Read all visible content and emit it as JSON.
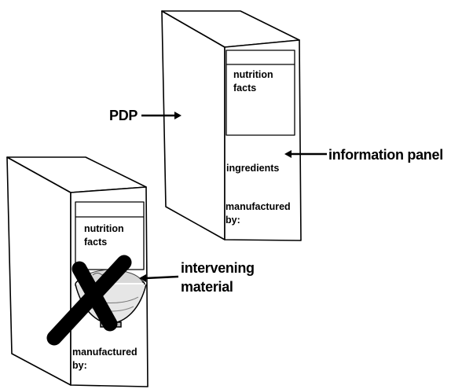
{
  "callouts": {
    "pdp": "PDP",
    "information_panel": "information panel",
    "intervening_line1": "intervening",
    "intervening_line2": "material"
  },
  "box_top": {
    "nutrition_line1": "nutrition",
    "nutrition_line2": "facts",
    "ingredients": "ingredients",
    "manufactured_line1": "manufactured",
    "manufactured_line2": "by:"
  },
  "box_bottom": {
    "nutrition_line1": "nutrition",
    "nutrition_line2": "facts",
    "manufactured_line1": "manufactured",
    "manufactured_line2": "by:"
  },
  "icons": {
    "bowl": "bowl-icon",
    "cross": "x-cross-icon"
  }
}
